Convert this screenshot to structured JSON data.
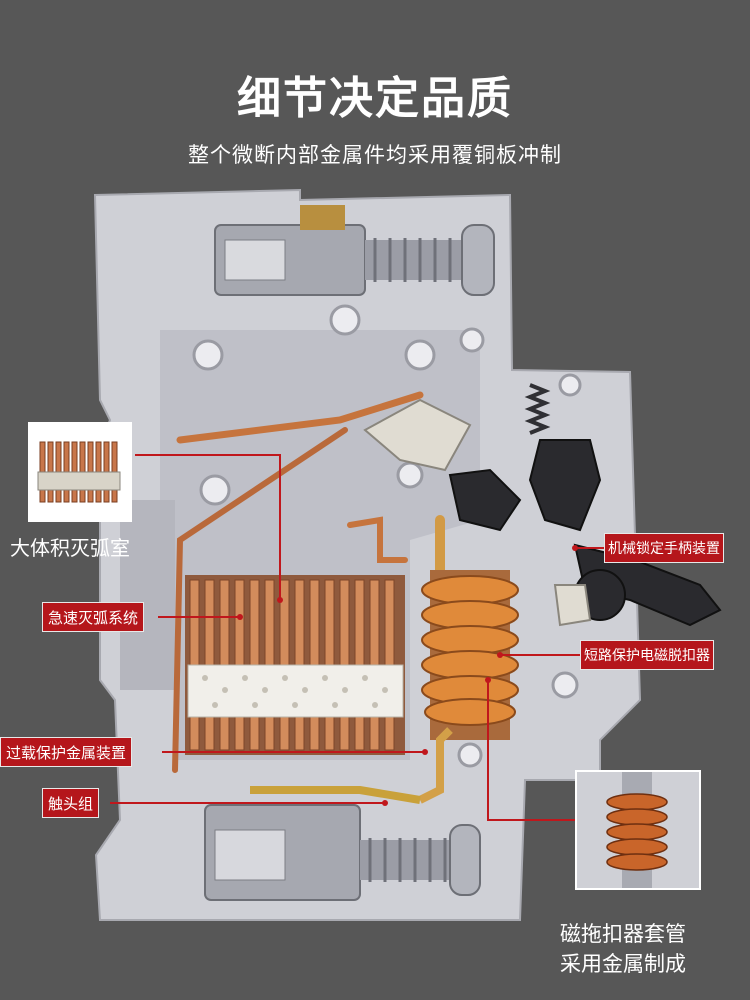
{
  "header": {
    "title": "细节决定品质",
    "subtitle": "整个微断内部金属件均采用覆铜板冲制"
  },
  "labels": {
    "arc_chamber": "大体积灭弧室",
    "fast_arc": "急速灭弧系统",
    "overload": "过载保护金属装置",
    "contacts": "触头组",
    "handle_lock": "机械锁定手柄装置",
    "short_circuit": "短路保护电磁脱扣器"
  },
  "footer_caption": {
    "line1": "磁拖扣器套管",
    "line2": "采用金属制成"
  },
  "colors": {
    "background": "#575757",
    "tag_red": "#b5161b",
    "leader_line": "#c0171c",
    "housing": "#cfd0d6",
    "copper": "#c6743d"
  }
}
